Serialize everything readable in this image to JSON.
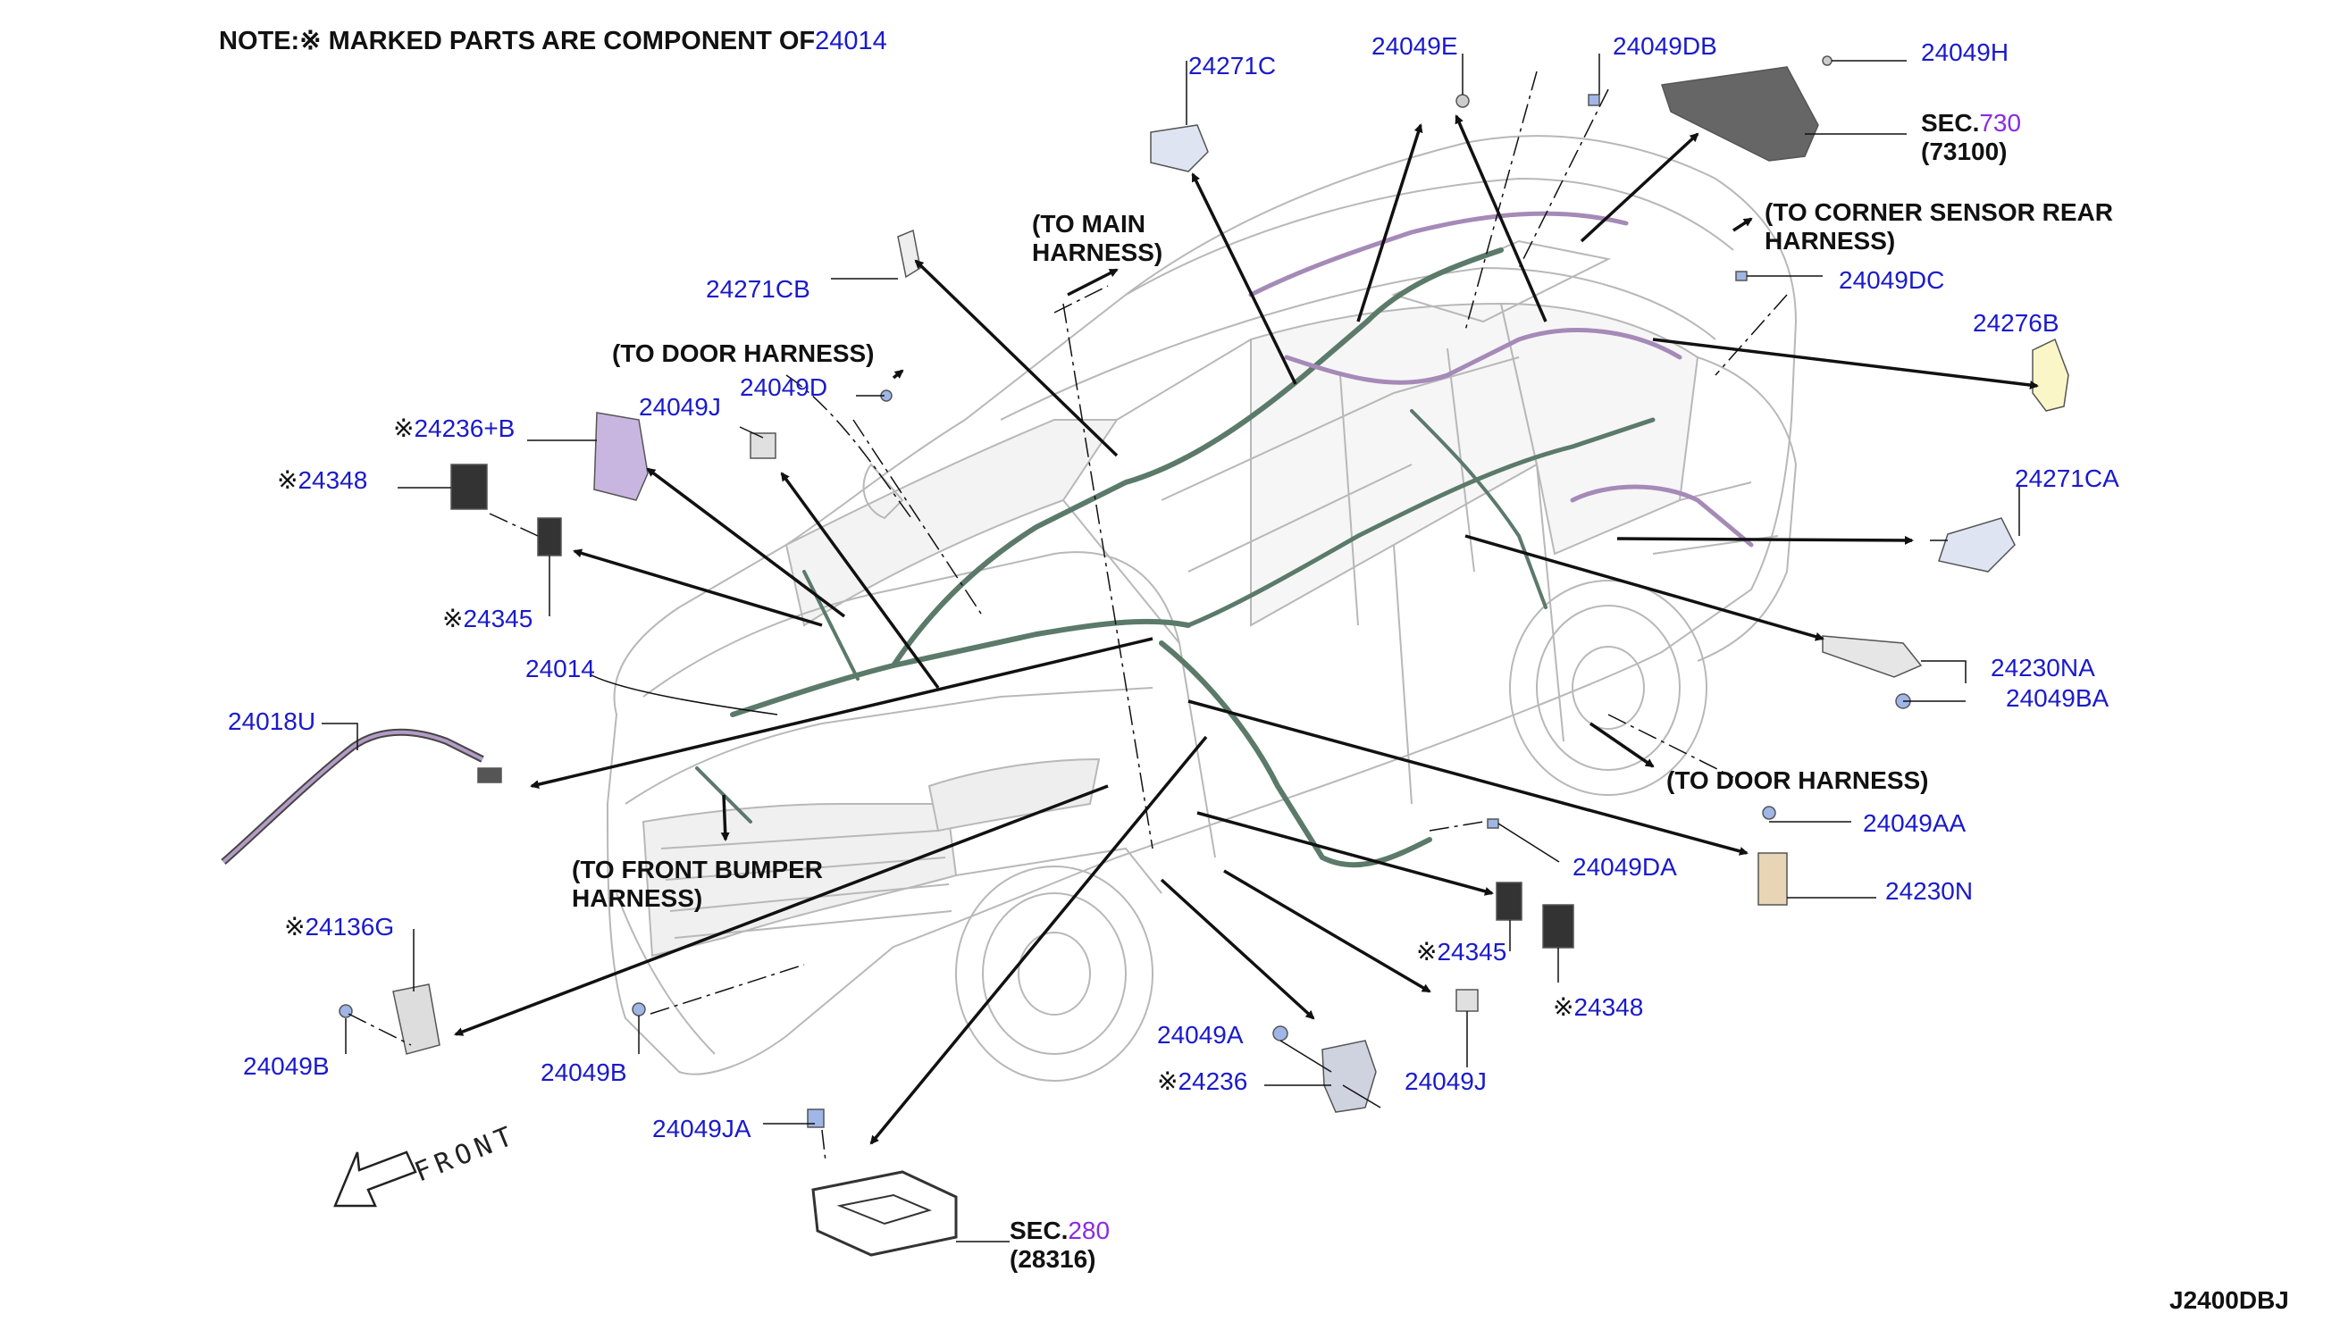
{
  "note": {
    "prefix": "NOTE:※ MARKED PARTS ARE COMPONENT OF",
    "ref": "24014"
  },
  "diagram_code": "J2400DBJ",
  "front_label": "FRONT",
  "colors": {
    "label": "#1a1acc",
    "sec_link": "#8a2be2",
    "leader": "#111111",
    "car": "#b8b8b8",
    "harness_green": "#5b7a6a",
    "harness_purple": "#a58ab8"
  },
  "callouts": {
    "to_main_harness": [
      "(TO MAIN",
      "HARNESS)"
    ],
    "to_door_harness_top": "(TO DOOR HARNESS)",
    "to_corner_sensor": [
      "(TO CORNER SENSOR REAR",
      "HARNESS)"
    ],
    "to_door_harness_right": "(TO DOOR HARNESS)",
    "to_front_bumper": [
      "(TO FRONT BUMPER",
      "HARNESS)"
    ]
  },
  "sections": {
    "sec730": {
      "prefix": "SEC.",
      "num": "730",
      "sub": "(73100)"
    },
    "sec280": {
      "prefix": "SEC.",
      "num": "280",
      "sub": "(28316)"
    }
  },
  "parts": {
    "p24271C": "24271C",
    "p24049E": "24049E",
    "p24049DB": "24049DB",
    "p24049H": "24049H",
    "p24049DC": "24049DC",
    "p24276B": "24276B",
    "p24271CA": "24271CA",
    "p24230NA": "24230NA",
    "p24049BA": "24049BA",
    "p24049AA": "24049AA",
    "p24230N": "24230N",
    "p24049DA": "24049DA",
    "p24345r": "24345",
    "p24348r": "24348",
    "p24049J_r": "24049J",
    "p24236": "24236",
    "p24049A": "24049A",
    "p24049JA": "24049JA",
    "p24049B_mid": "24049B",
    "p24049B_left": "24049B",
    "p24136G": "24136G",
    "p24018U": "24018U",
    "p24014": "24014",
    "p24345l": "24345",
    "p24348l": "24348",
    "p24236B": "24236+B",
    "p24049J_l": "24049J",
    "p24049D": "24049D",
    "p24271CB": "24271CB"
  },
  "mark": "※"
}
